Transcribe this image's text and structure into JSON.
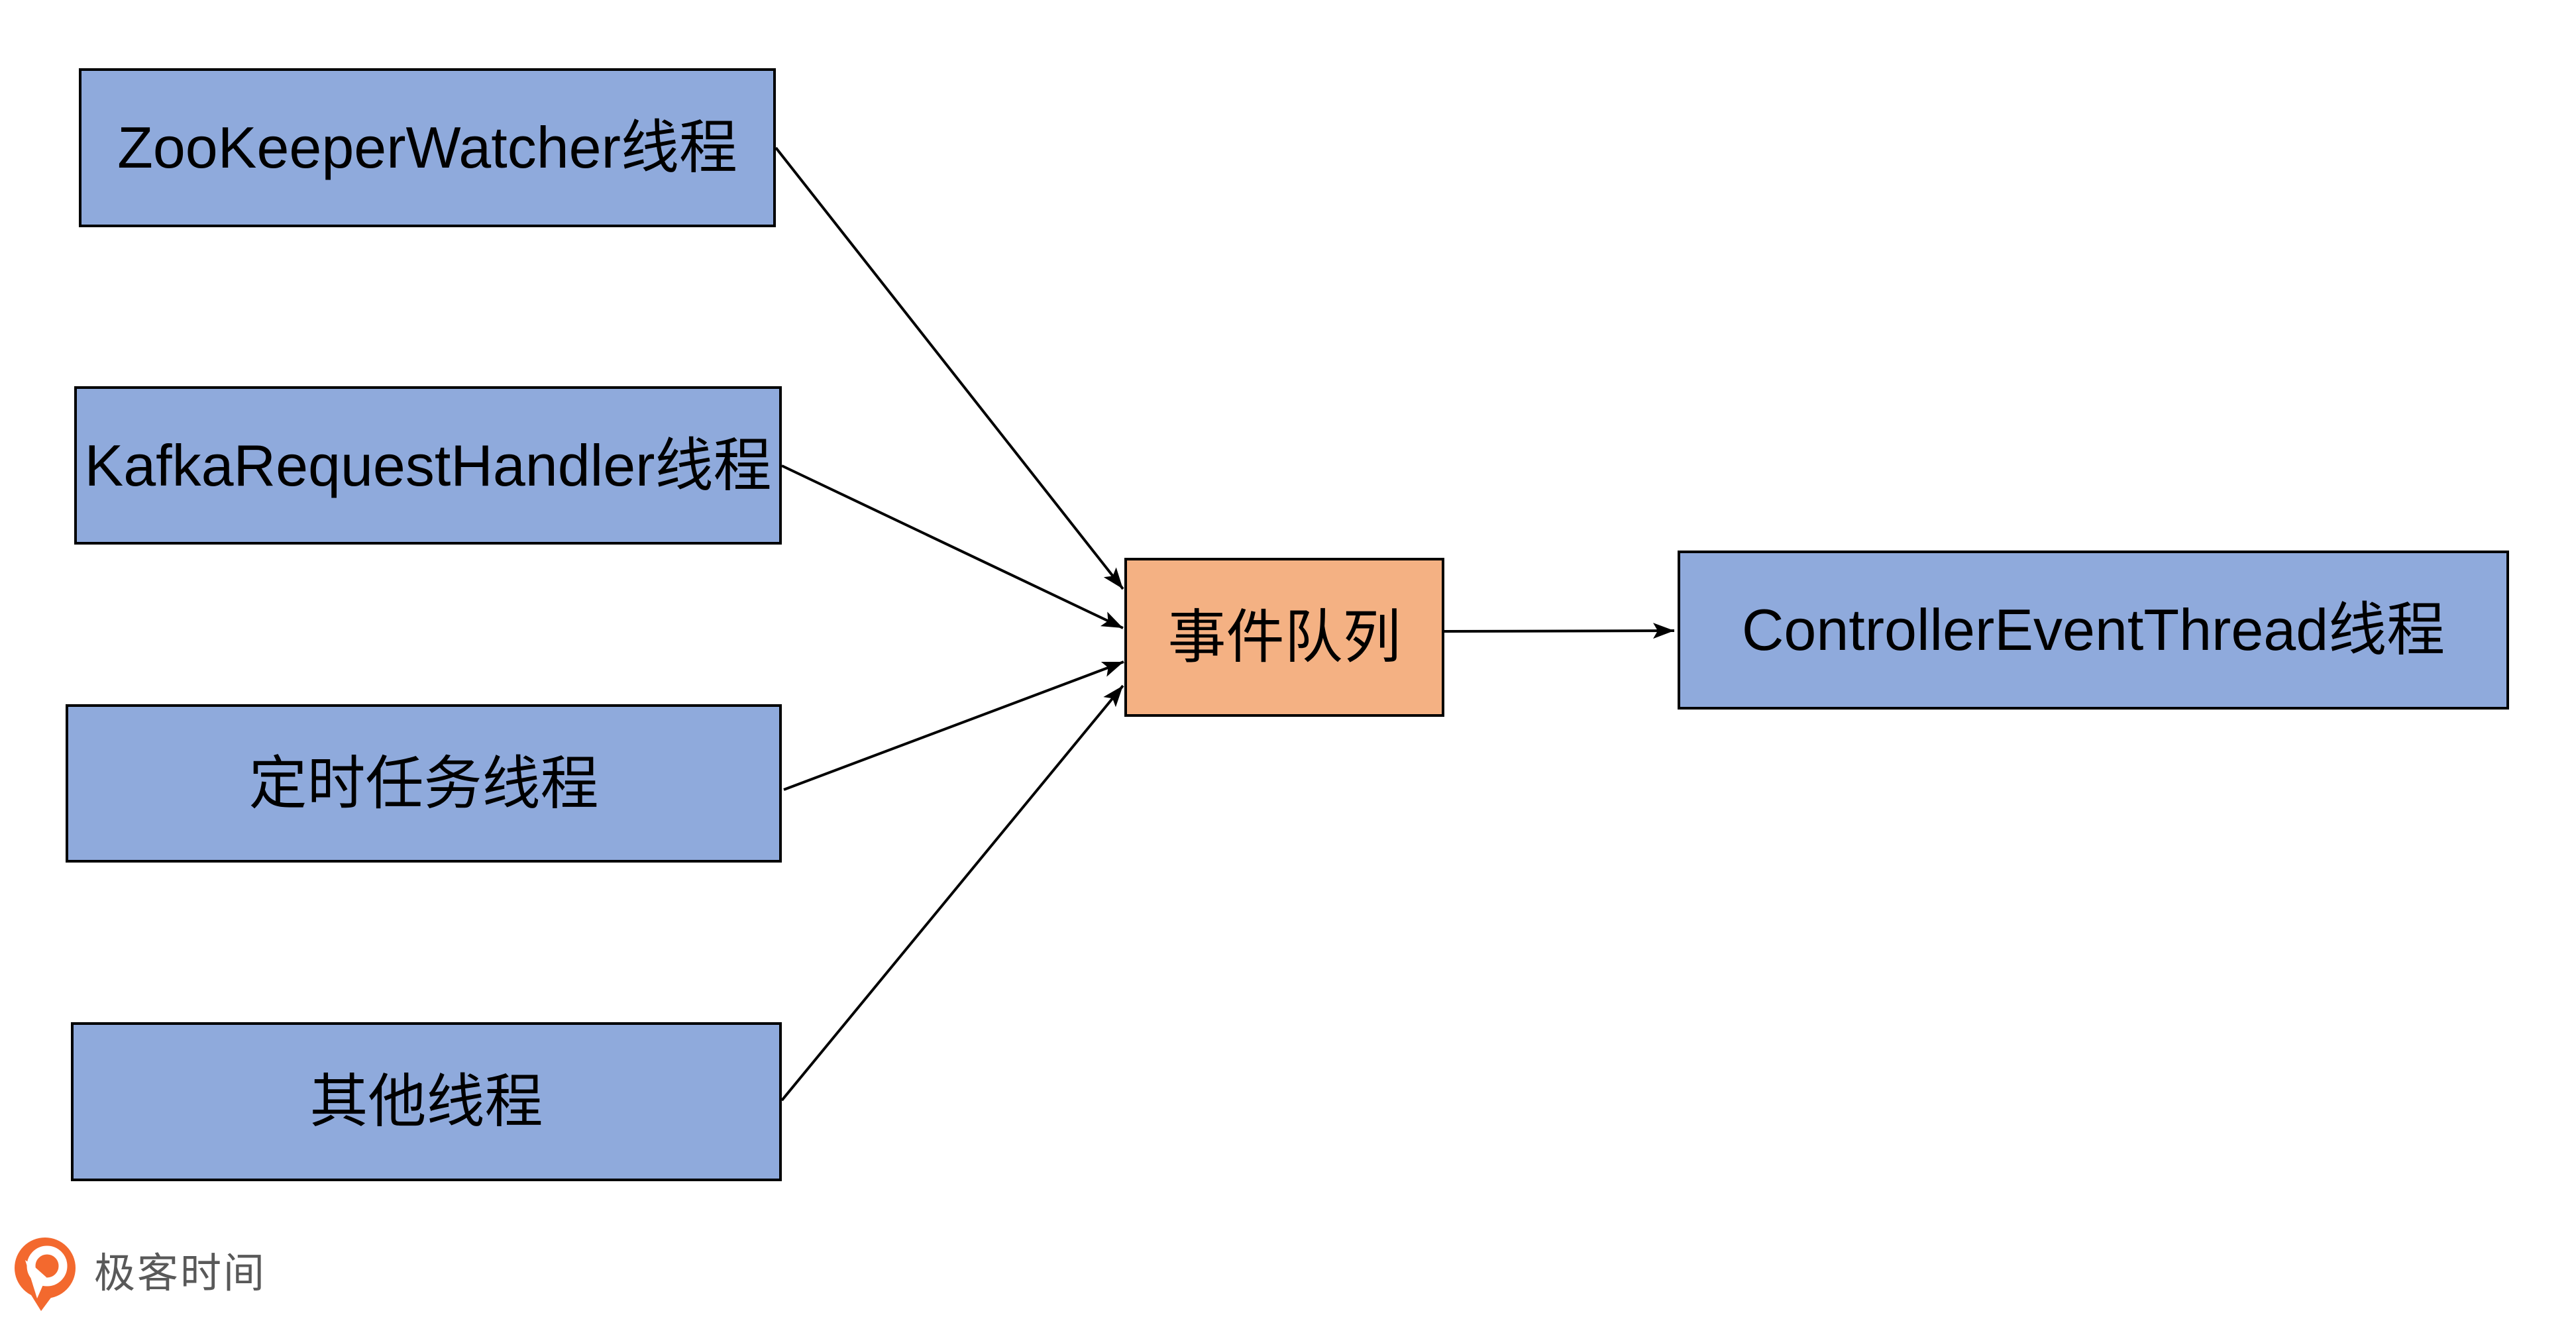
{
  "diagram": {
    "nodes": [
      {
        "id": "zookeeper-watcher-thread",
        "label": "ZooKeeperWatcher线程",
        "fill": "#8FAADC"
      },
      {
        "id": "kafka-request-handler-thread",
        "label": "KafkaRequestHandler线程",
        "fill": "#8FAADC"
      },
      {
        "id": "timer-task-thread",
        "label": "定时任务线程",
        "fill": "#8FAADC"
      },
      {
        "id": "other-thread",
        "label": "其他线程",
        "fill": "#8FAADC"
      },
      {
        "id": "event-queue",
        "label": "事件队列",
        "fill": "#F4B183"
      },
      {
        "id": "controller-event-thread",
        "label": "ControllerEventThread线程",
        "fill": "#8FAADC"
      }
    ],
    "edges": [
      {
        "from": "zookeeper-watcher-thread",
        "to": "event-queue"
      },
      {
        "from": "kafka-request-handler-thread",
        "to": "event-queue"
      },
      {
        "from": "timer-task-thread",
        "to": "event-queue"
      },
      {
        "from": "other-thread",
        "to": "event-queue"
      },
      {
        "from": "event-queue",
        "to": "controller-event-thread"
      }
    ],
    "colors": {
      "node_blue": "#8FAADC",
      "node_orange": "#F4B183",
      "border": "#000000",
      "line": "#000000",
      "text": "#000000"
    }
  },
  "footer": {
    "brand": "极客时间",
    "logo_color": "#F3692E",
    "text_color": "#595959"
  }
}
